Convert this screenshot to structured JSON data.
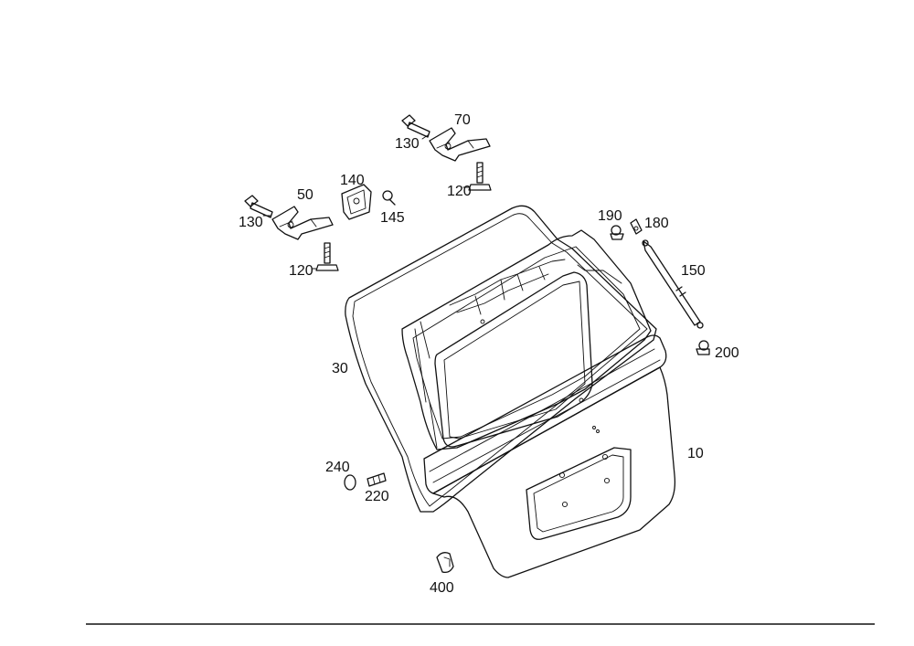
{
  "labels": {
    "p10": "10",
    "p30": "30",
    "p50": "50",
    "p70": "70",
    "p120a": "120",
    "p120b": "120",
    "p130a": "130",
    "p130b": "130",
    "p140": "140",
    "p145": "145",
    "p150": "150",
    "p180": "180",
    "p190": "190",
    "p200": "200",
    "p220": "220",
    "p240": "240",
    "p400": "400"
  }
}
